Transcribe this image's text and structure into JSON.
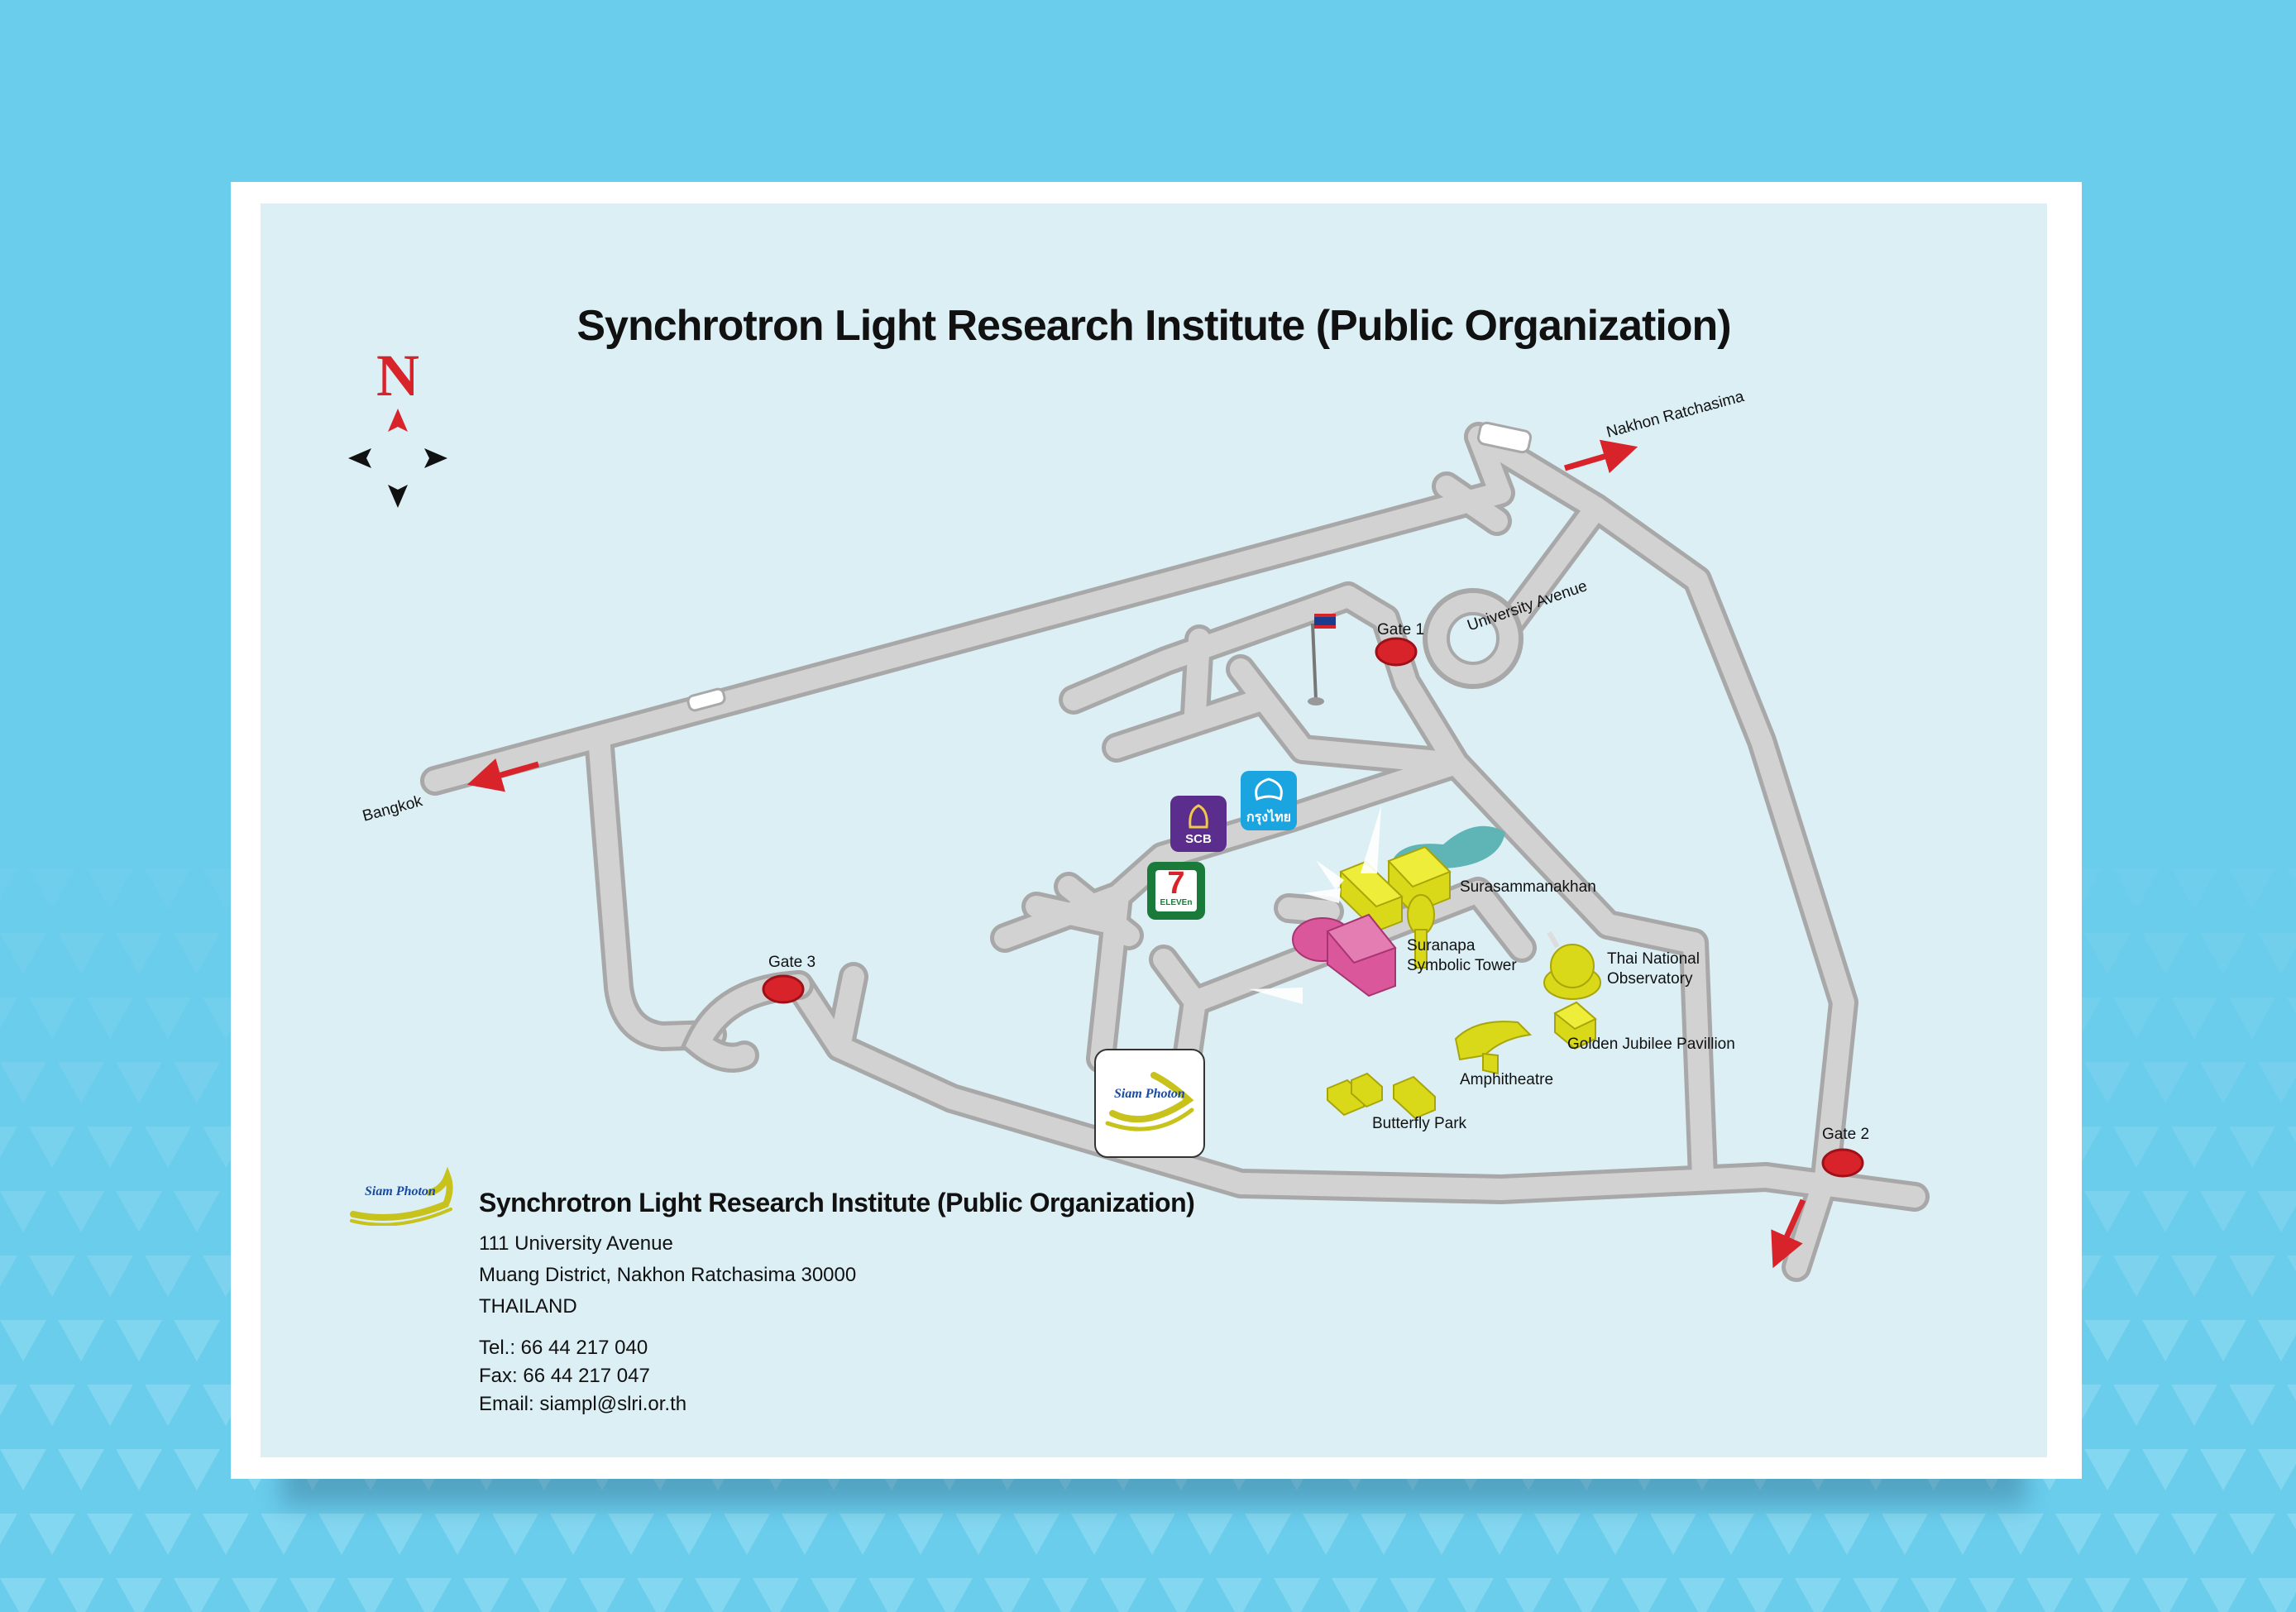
{
  "title": "Synchrotron Light Research Institute (Public Organization)",
  "compass": {
    "north": "N",
    "colors": {
      "north": "#d8232a",
      "other": "#111111"
    }
  },
  "places": {
    "nakhon_ratchasima": "Nakhon Ratchasima",
    "bangkok": "Bangkok",
    "university_avenue": "University Avenue",
    "gate1": "Gate 1",
    "gate2": "Gate 2",
    "gate3": "Gate 3",
    "surasammanakhan": "Surasammanakhan",
    "suranapa_tower_line1": "Suranapa",
    "suranapa_tower_line2": "Symbolic Tower",
    "observatory_line1": "Thai National",
    "observatory_line2": "Observatory",
    "golden_jubilee": "Golden Jubilee Pavillion",
    "amphitheatre": "Amphitheatre",
    "butterfly_park": "Butterfly Park"
  },
  "badges": {
    "scb": "SCB",
    "krungthai": "กรุงไทย",
    "seven_eleven_number": "7",
    "seven_eleven_text": "ELEVEn"
  },
  "logo": {
    "text": "Siam Photon"
  },
  "address": {
    "org": "Synchrotron Light Research Institute (Public Organization)",
    "line1": "111 University Avenue",
    "line2": "Muang District, Nakhon Ratchasima 30000",
    "line3": "THAILAND",
    "tel": "Tel.:   66 44 217 040",
    "fax": "Fax:   66 44 217 047",
    "email": "Email:  siampl@slri.or.th"
  },
  "colors": {
    "page_bg": "#6acdec",
    "map_bg": "#dbeff5",
    "road": "#cfcfcf",
    "road_edge": "#a8a8a8",
    "gate": "#d8232a",
    "building": "#d9d91a",
    "siam_photon_building": "#d9579a",
    "scb": "#5b2d8c",
    "krungthai": "#1ba5e0",
    "seven_eleven": "#1a7a3a"
  }
}
